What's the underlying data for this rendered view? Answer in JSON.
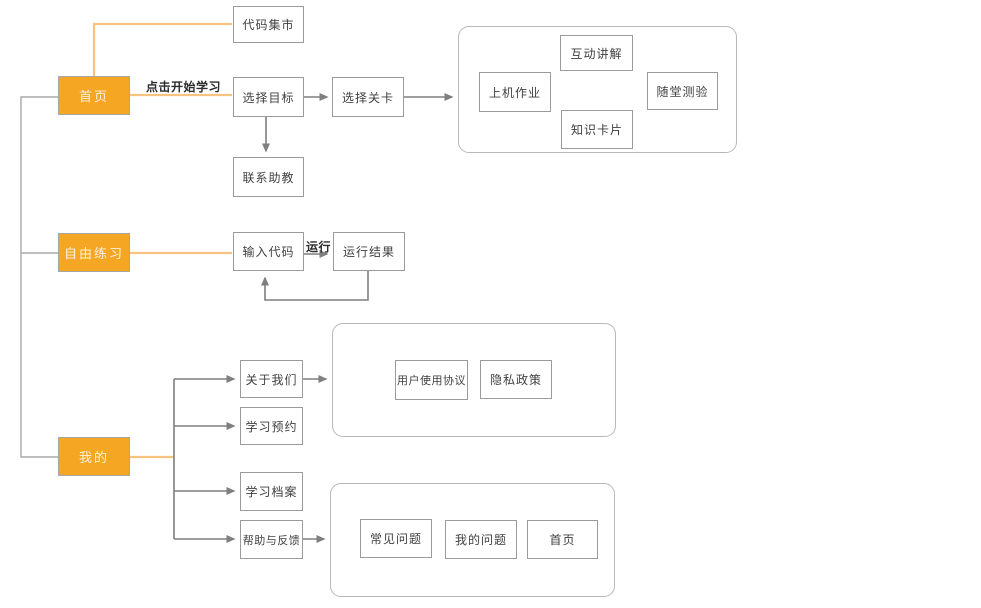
{
  "diagram_title": "app-navigation-flowchart",
  "palette": {
    "orange_fill": "#F5A623",
    "orange_border": "#A6A6A6",
    "orange_text": "#FDF2DE",
    "orange_line": "#F7C380",
    "gray_line": "#7F7F7F",
    "tree_line": "#A8A8A8",
    "box_border": "#9B9B9B",
    "container_border": "#B8B8B8",
    "box_text": "#404040",
    "label_text": "#2B2B2B"
  },
  "nodes": {
    "home": {
      "label": "首页",
      "type": "orange"
    },
    "free_practice": {
      "label": "自由练习",
      "type": "orange"
    },
    "mine": {
      "label": "我的",
      "type": "orange"
    },
    "code_market": {
      "label": "代码集市",
      "type": "plain"
    },
    "choose_target": {
      "label": "选择目标",
      "type": "plain"
    },
    "choose_level": {
      "label": "选择关卡",
      "type": "plain"
    },
    "contact_ta": {
      "label": "联系助教",
      "type": "plain"
    },
    "computer_homework": {
      "label": "上机作业",
      "type": "plain"
    },
    "interactive_explain": {
      "label": "互动讲解",
      "type": "plain"
    },
    "knowledge_cards": {
      "label": "知识卡片",
      "type": "plain"
    },
    "class_quiz": {
      "label": "随堂测验",
      "type": "plain"
    },
    "input_code": {
      "label": "输入代码",
      "type": "plain"
    },
    "run_result": {
      "label": "运行结果",
      "type": "plain"
    },
    "about_us": {
      "label": "关于我们",
      "type": "plain"
    },
    "study_booking": {
      "label": "学习预约",
      "type": "plain"
    },
    "study_archive": {
      "label": "学习档案",
      "type": "plain"
    },
    "help_feedback": {
      "label": "帮助与反馈",
      "type": "plain"
    },
    "user_agreement": {
      "label": "用户使用协议",
      "type": "plain"
    },
    "privacy_policy": {
      "label": "隐私政策",
      "type": "plain"
    },
    "faq": {
      "label": "常见问题",
      "type": "plain"
    },
    "my_questions": {
      "label": "我的问题",
      "type": "plain"
    },
    "home_page": {
      "label": "首页",
      "type": "plain"
    }
  },
  "edge_labels": {
    "click_start_learning": "点击开始学习",
    "run": "运行"
  }
}
